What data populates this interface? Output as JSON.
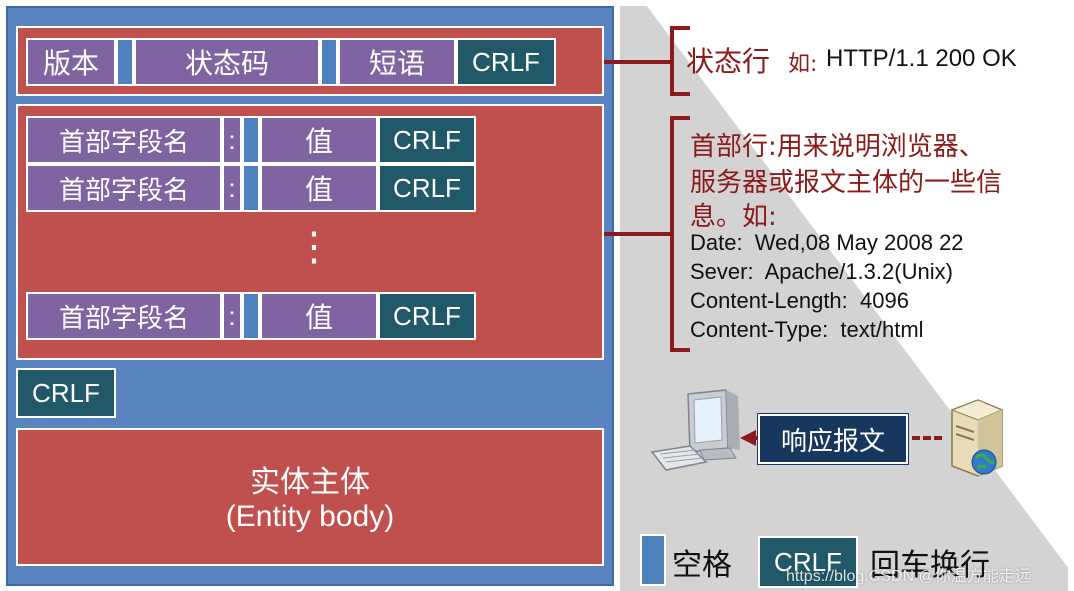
{
  "message_diagram": {
    "status_line_fields": [
      "版本",
      "状态码",
      "短语",
      "CRLF"
    ],
    "header_row": {
      "name": "首部字段名",
      "colon": ":",
      "value": "值",
      "crlf": "CRLF"
    },
    "ellipsis": "⋮",
    "blank_line_crlf": "CRLF",
    "entity_body": {
      "line1": "实体主体",
      "line2": "(Entity body)"
    }
  },
  "status_line_note": {
    "title": "状态行",
    "example_prefix": "如:",
    "example_value": "HTTP/1.1 200 OK"
  },
  "header_note": {
    "title_line1": "首部行:用来说明浏览器、",
    "title_line2": "服务器或报文主体的一些信",
    "title_line3": "息。如:",
    "examples": [
      "Date:  Wed,08 May 2008 22",
      "Sever:  Apache/1.3.2(Unix)",
      "Content-Length:  4096",
      "Content-Type:  text/html"
    ]
  },
  "response_flow": {
    "label": "响应报文"
  },
  "legend": {
    "space_label": "空格",
    "crlf_box": "CRLF",
    "crlf_label": "回车换行"
  },
  "watermark": "https://blog.CSDN @你温方能走远"
}
